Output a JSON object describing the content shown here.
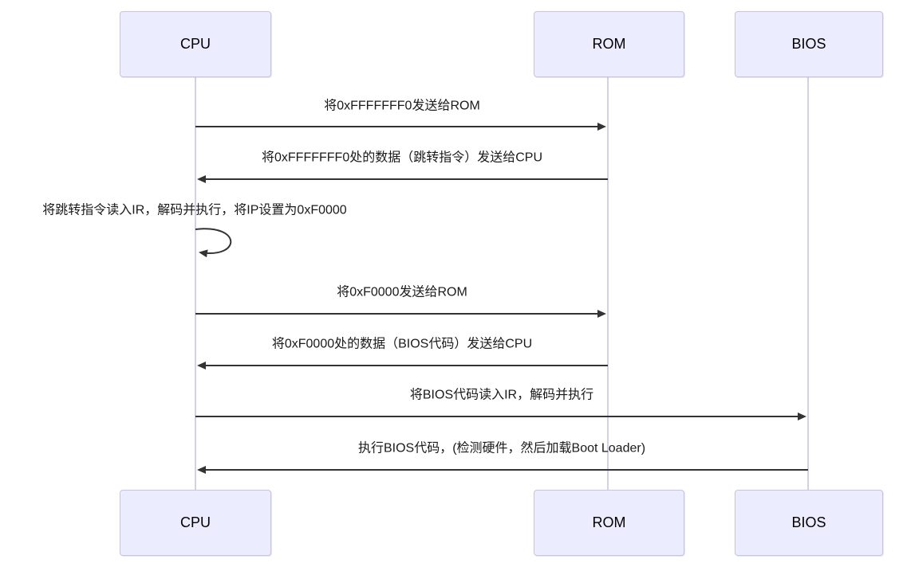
{
  "diagram": {
    "actors": [
      {
        "id": "cpu",
        "label": "CPU"
      },
      {
        "id": "rom",
        "label": "ROM"
      },
      {
        "id": "bios",
        "label": "BIOS"
      }
    ],
    "messages": [
      {
        "from": "CPU",
        "to": "ROM",
        "direction": "right",
        "label": "将0xFFFFFFF0发送给ROM"
      },
      {
        "from": "ROM",
        "to": "CPU",
        "direction": "left",
        "label": "将0xFFFFFFF0处的数据（跳转指令）发送给CPU"
      },
      {
        "from": "CPU",
        "to": "CPU",
        "direction": "self",
        "label": "将跳转指令读入IR，解码并执行，将IP设置为0xF0000"
      },
      {
        "from": "CPU",
        "to": "ROM",
        "direction": "right",
        "label": "将0xF0000发送给ROM"
      },
      {
        "from": "ROM",
        "to": "CPU",
        "direction": "left",
        "label": "将0xF0000处的数据（BIOS代码）发送给CPU"
      },
      {
        "from": "CPU",
        "to": "BIOS",
        "direction": "right",
        "label": "将BIOS代码读入IR，解码并执行"
      },
      {
        "from": "BIOS",
        "to": "CPU",
        "direction": "left",
        "label": "执行BIOS代码，(检测硬件，然后加载Boot Loader)"
      }
    ],
    "colors": {
      "background": "#ffffff",
      "actor_fill": "#ececff",
      "actor_border": "#c8c3e2",
      "lifeline": "#d5d0ea",
      "arrow": "#333333",
      "text": "#1a1a1a"
    }
  }
}
